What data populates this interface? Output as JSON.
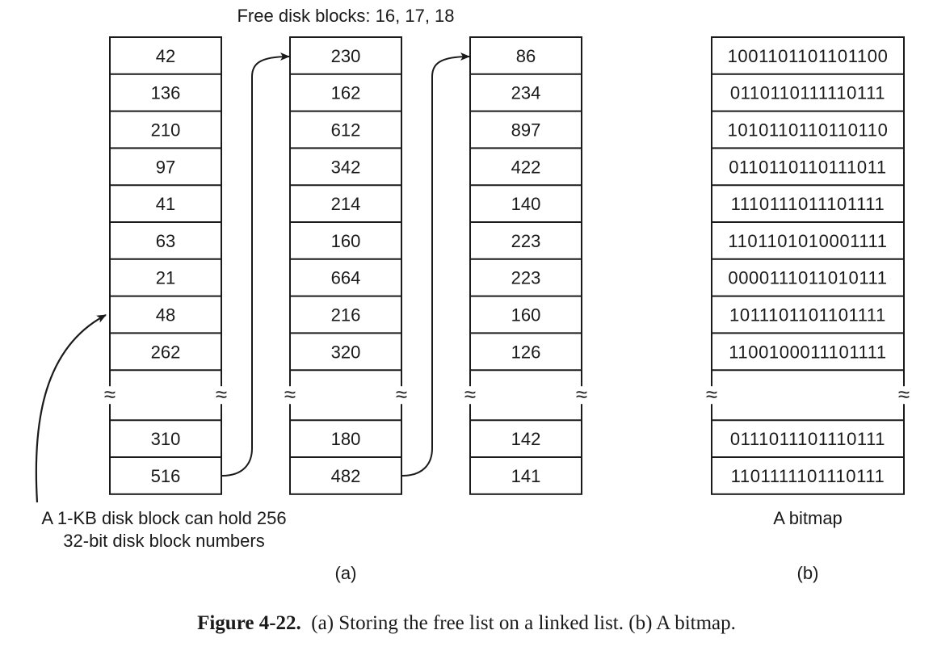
{
  "header": {
    "free_blocks_label": "Free disk blocks: 16, 17, 18"
  },
  "linked_list": {
    "columns": [
      {
        "top_values": [
          "42",
          "136",
          "210",
          "97",
          "41",
          "63",
          "21",
          "48",
          "262"
        ],
        "bottom_values": [
          "310",
          "516"
        ]
      },
      {
        "top_values": [
          "230",
          "162",
          "612",
          "342",
          "214",
          "160",
          "664",
          "216",
          "320"
        ],
        "bottom_values": [
          "180",
          "482"
        ]
      },
      {
        "top_values": [
          "86",
          "234",
          "897",
          "422",
          "140",
          "223",
          "223",
          "160",
          "126"
        ],
        "bottom_values": [
          "142",
          "141"
        ]
      }
    ],
    "note_line1": "A 1-KB disk block can hold 256",
    "note_line2": "32-bit disk block numbers",
    "sublabel": "(a)"
  },
  "bitmap": {
    "top_rows": [
      "1001101101101100",
      "0110110111110111",
      "1010110110110110",
      "0110110110111011",
      "1110111011101111",
      "1101101010001111",
      "0000111011010111",
      "1011101101101111",
      "1100100011101111"
    ],
    "bottom_rows": [
      "0111011101110111",
      "1101111101110111"
    ],
    "label": "A bitmap",
    "sublabel": "(b)"
  },
  "break_symbol": "≈",
  "caption": {
    "figure_number": "Figure 4-22.",
    "text": "(a) Storing the free list on a linked list. (b) A bitmap."
  }
}
